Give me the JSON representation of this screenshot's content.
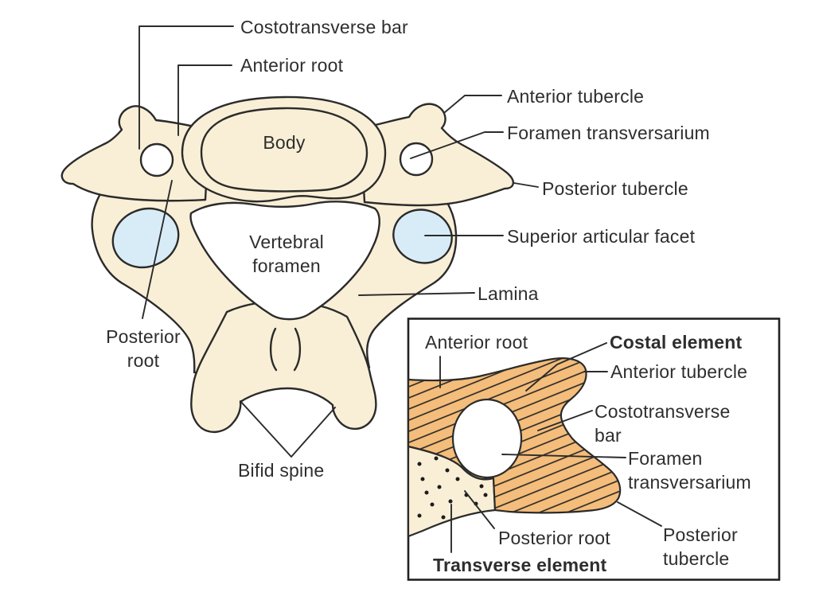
{
  "figure": {
    "title_hidden": "",
    "colors": {
      "bone": "#f9efd6",
      "facet_blue": "#d8ecf8",
      "costal_orange": "#f4bd7b",
      "outline": "#2b2b2b",
      "text": "#2e2e2e",
      "background": "#ffffff"
    },
    "main": {
      "labels": {
        "costotransverse_bar": "Costotransverse bar",
        "anterior_root": "Anterior root",
        "anterior_tubercle": "Anterior tubercle",
        "foramen_transversarium": "Foramen transversarium",
        "posterior_tubercle": "Posterior tubercle",
        "superior_articular_facet": "Superior articular facet",
        "lamina": "Lamina",
        "body": "Body",
        "vertebral_foramen": "Vertebral foramen",
        "posterior_root": "Posterior root",
        "bifid_spine": "Bifid spine"
      }
    },
    "inset": {
      "labels": {
        "anterior_root": "Anterior root",
        "costal_element": "Costal element",
        "anterior_tubercle": "Anterior tubercle",
        "costotransverse_bar": "Costotransverse bar",
        "foramen_transversarium": "Foramen transversarium",
        "posterior_root": "Posterior root",
        "posterior_tubercle": "Posterior tubercle",
        "transverse_element": "Transverse element"
      }
    }
  }
}
